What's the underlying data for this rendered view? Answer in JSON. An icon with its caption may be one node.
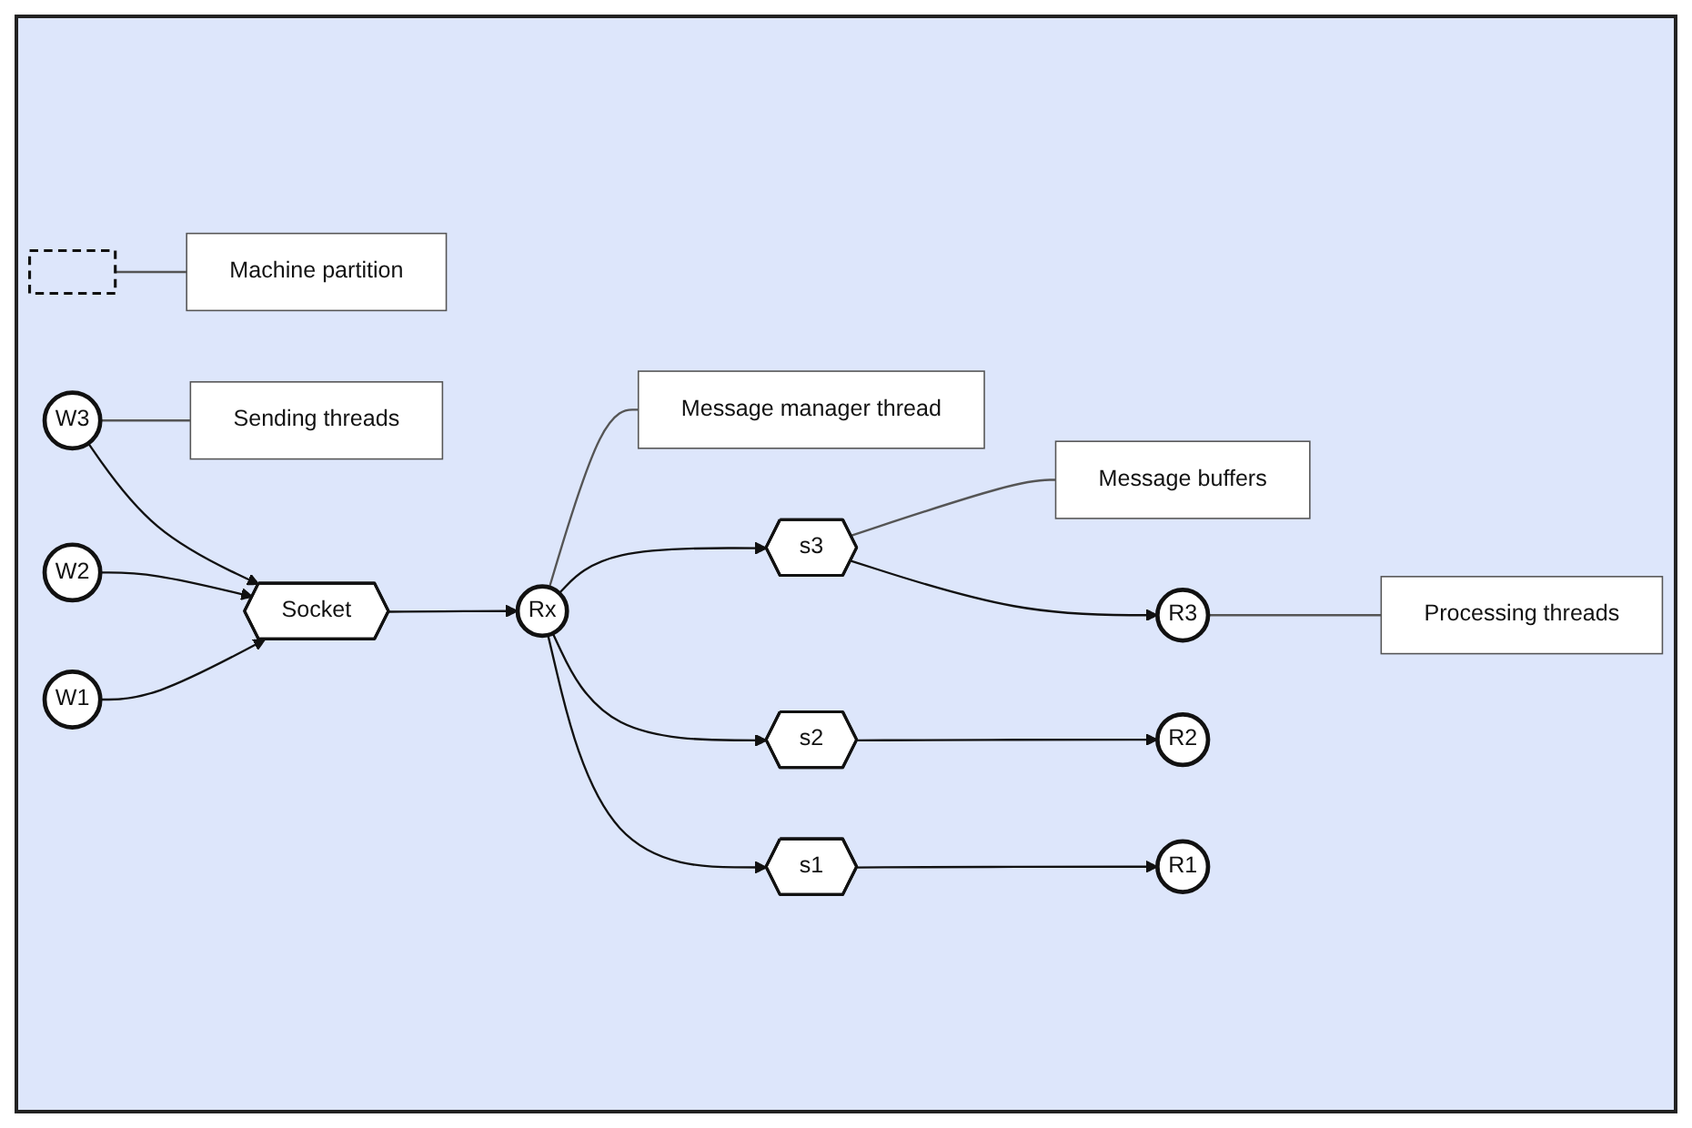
{
  "diagram": {
    "nodes": [
      {
        "text": [
          "Machine partition"
        ]
      },
      {
        "text": [],
        "shape": "line"
      },
      {
        "text": [
          "W1"
        ]
      },
      {
        "text": [
          "W2"
        ]
      },
      {
        "text": [
          "W3"
        ]
      },
      {
        "text": [
          "Sending threads"
        ]
      },
      {
        "text": [
          "Socket"
        ]
      },
      {
        "text": [
          "Rx"
        ]
      },
      {
        "text": [
          "Message manager thread"
        ]
      },
      {
        "text": [
          "s1"
        ]
      },
      {
        "text": [
          "s2"
        ]
      },
      {
        "text": [
          "s3"
        ]
      },
      {
        "text": [
          "Message buffers"
        ]
      },
      {
        "text": [
          "R1"
        ]
      },
      {
        "text": [
          "R2"
        ]
      },
      {
        "text": [
          "R3"
        ]
      },
      {
        "text": [
          "Processing threads"
        ]
      }
    ],
    "edges": [
      {
        "from": 2,
        "to": 6,
        "arrow": "to"
      },
      {
        "from": 3,
        "to": 6,
        "arrow": "to"
      },
      {
        "from": 4,
        "to": 6,
        "arrow": "to"
      },
      {
        "from": 6,
        "to": 7,
        "arrow": "to"
      },
      {
        "from": 7,
        "to": 9,
        "arrow": "to"
      },
      {
        "from": 7,
        "to": 10,
        "arrow": "to"
      },
      {
        "from": 7,
        "to": 11,
        "arrow": "to"
      },
      {
        "from": 9,
        "to": 13,
        "arrow": "to"
      },
      {
        "from": 10,
        "to": 14,
        "arrow": "to"
      },
      {
        "from": 11,
        "to": 15,
        "arrow": "to"
      },
      {
        "from": 0,
        "to": 1,
        "arrow": "none"
      },
      {
        "from": 5,
        "to": 4,
        "arrow": "none"
      },
      {
        "from": 8,
        "to": 7,
        "arrow": "none"
      },
      {
        "from": 12,
        "to": 11,
        "arrow": "none"
      },
      {
        "from": 16,
        "to": 15,
        "arrow": "none"
      }
    ]
  }
}
